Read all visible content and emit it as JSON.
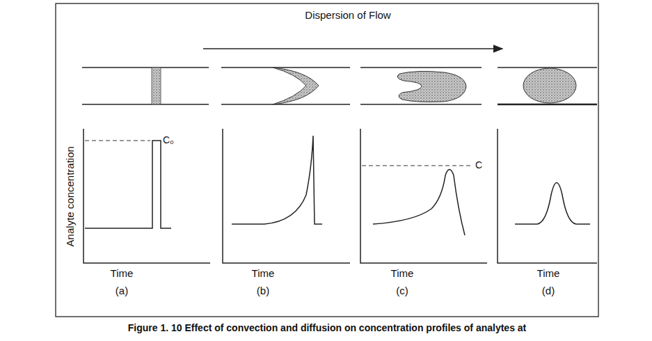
{
  "diagram": {
    "title": "Dispersion of Flow",
    "caption": "Figure 1. 10 Effect of convection and diffusion on concentration profiles of analytes at",
    "labels": [
      "C₀",
      "C",
      "Analyte concentration",
      "Time",
      "Time",
      "Time",
      "Time",
      "(a)",
      "(b)",
      "(c)",
      "(d)"
    ]
  }
}
